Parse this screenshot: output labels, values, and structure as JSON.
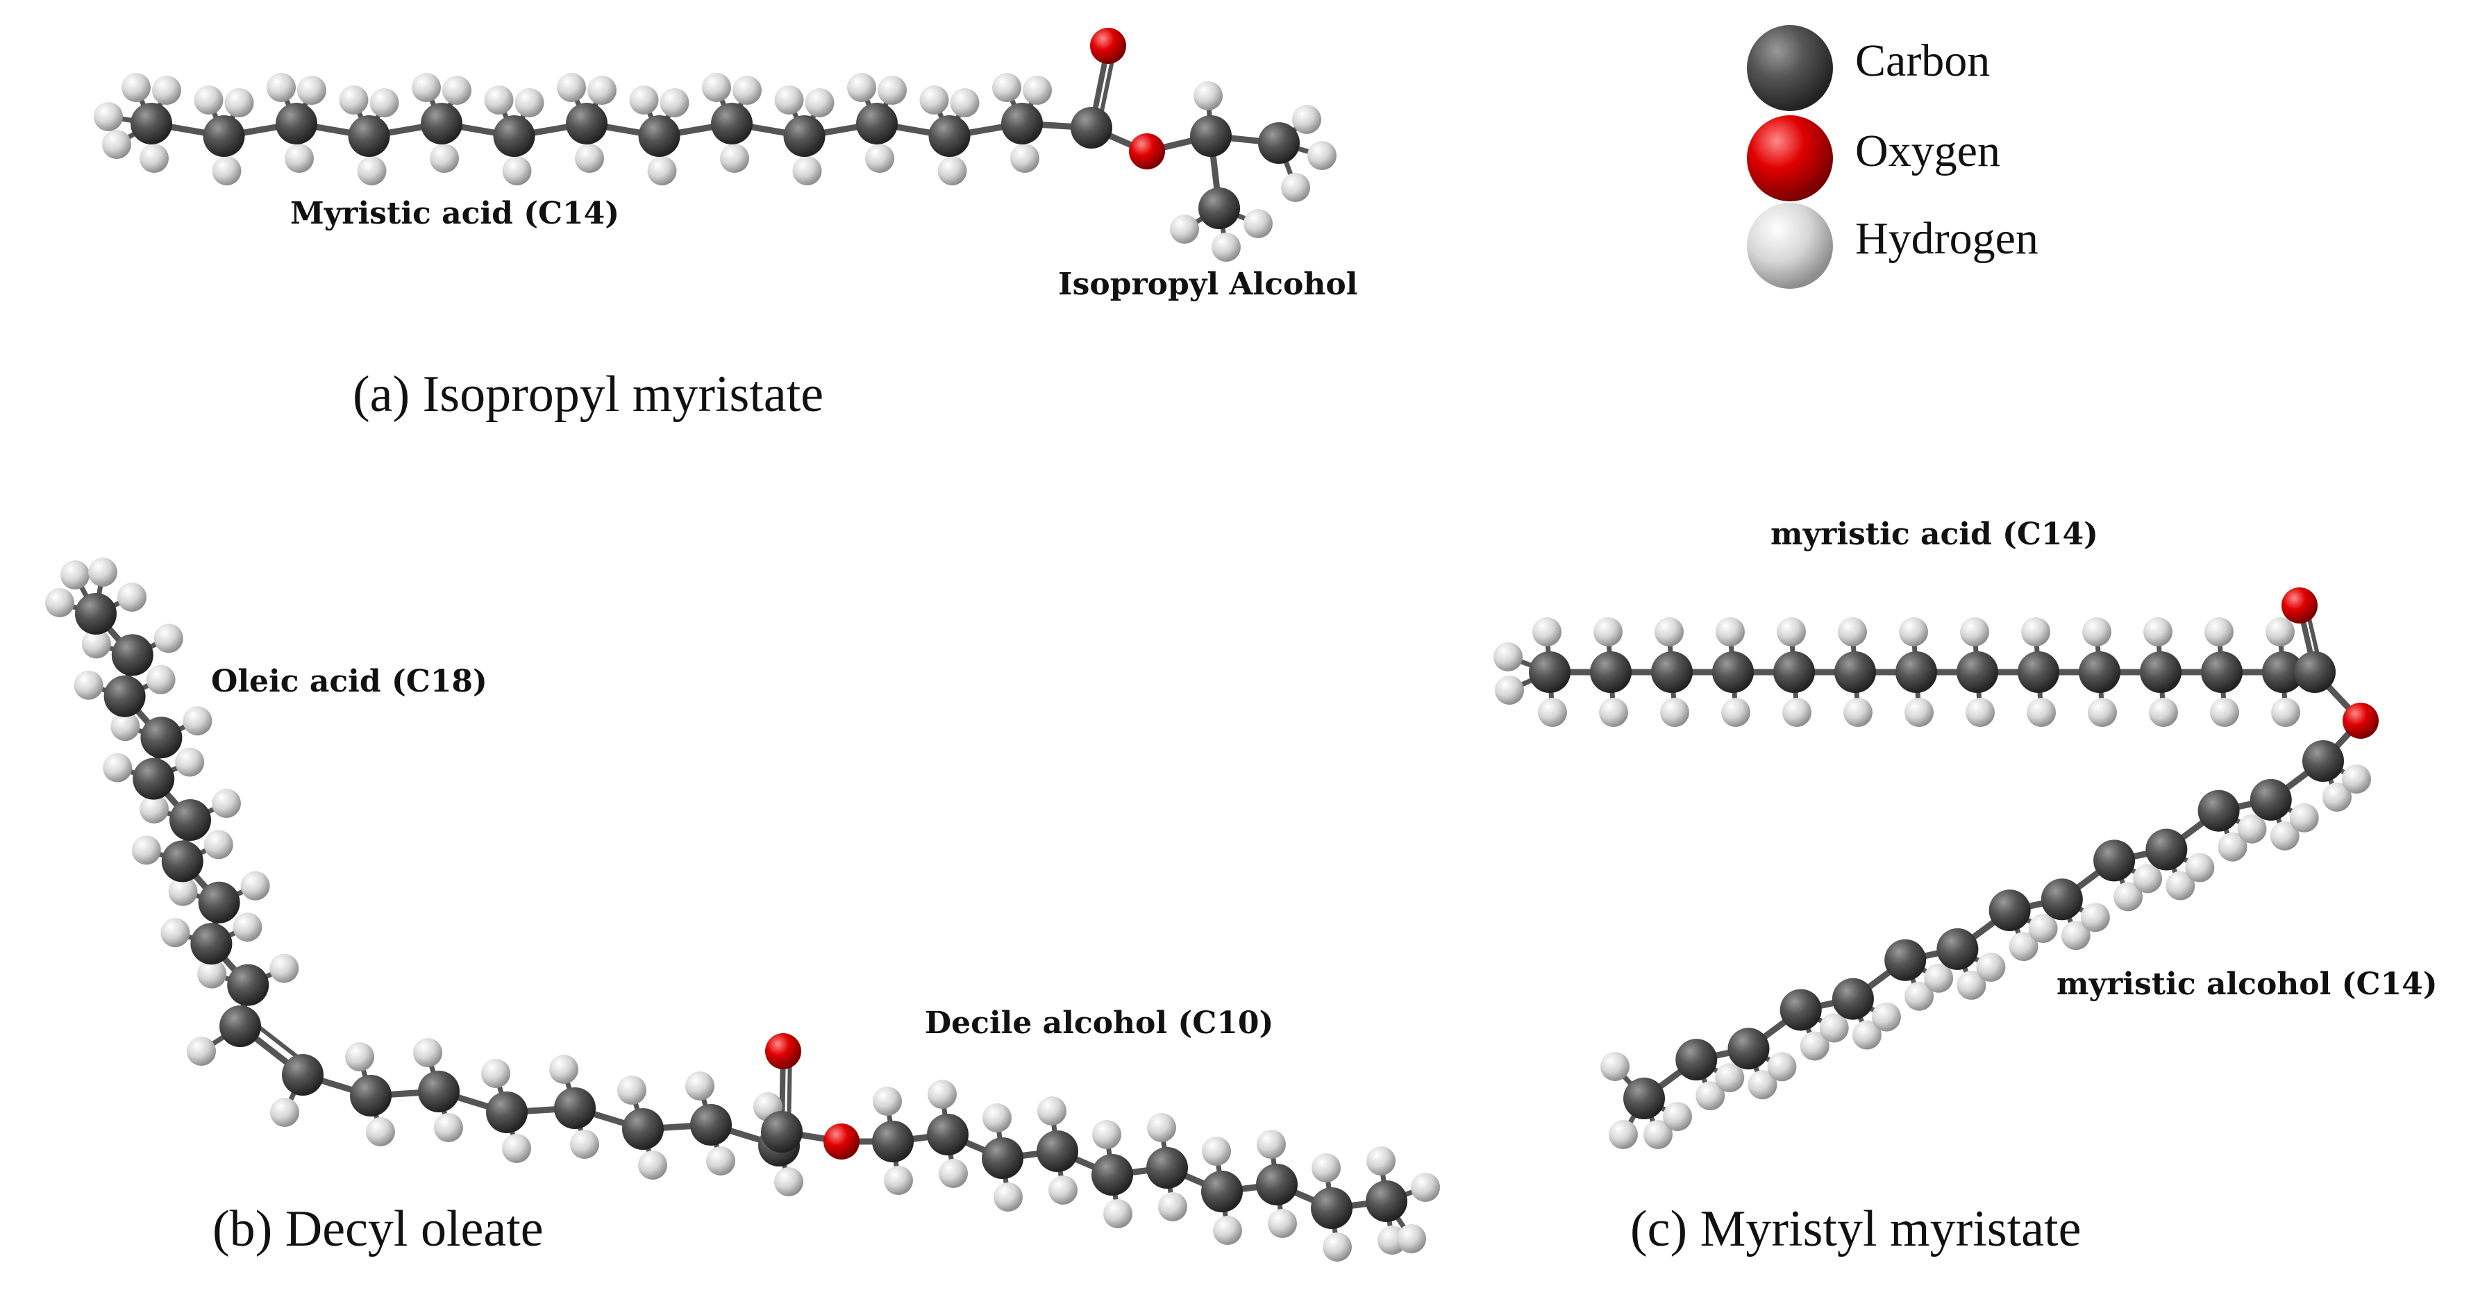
{
  "legend": {
    "items": [
      {
        "label": "Carbon",
        "color": "#4a4a4a"
      },
      {
        "label": "Oxygen",
        "color": "#e00000"
      },
      {
        "label": "Hydrogen",
        "color": "#d4d4d4"
      }
    ]
  },
  "panels": [
    {
      "caption": "(a) Isopropyl myristate",
      "labels": [
        "Myristic acid (C14)",
        "Isopropyl Alcohol"
      ]
    },
    {
      "caption": "(b) Decyl oleate",
      "labels": [
        "Oleic acid (C18)",
        "Decile alcohol (C10)"
      ]
    },
    {
      "caption": "(c) Myristyl myristate",
      "labels": [
        "myristic acid (C14)",
        "myristic alcohol (C14)"
      ]
    }
  ],
  "colors": {
    "carbon": "#4a4a4a",
    "oxygen": "#e00000",
    "hydrogen": "#d4d4d4",
    "bond": "#555555"
  }
}
